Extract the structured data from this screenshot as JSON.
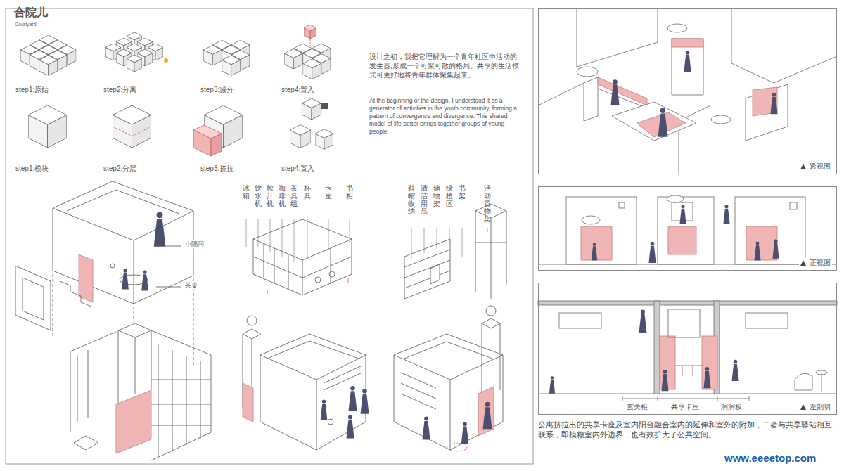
{
  "diagram": {
    "title": "合院儿",
    "caption": "公寓挤拉出的共享卡座及室内阳台融合室内的延伸和室外的附加，二者与共享驿站相互联系，即模糊室内外边界，也有效扩大了公共空间。",
    "nodes": [
      {
        "text": [
          "透视图"
        ]
      },
      {
        "text": [
          "正视图"
        ]
      },
      {
        "text": [
          "左剖切"
        ]
      }
    ],
    "labels": [
      "Courtyard",
      "step1:原始",
      "step2:分离",
      "step3:减分",
      "step4:置入",
      "step1:模块",
      "step2:分层",
      "step3:挤拉",
      "step4:置入",
      "设计之初，我把它理解为一个青年社区中活动的发生器,形成一个可聚可散的格局。共享的生活模式可更好地将青年群体聚集起来。",
      "At the beginning of the design, I understood it as a generator of activities in the youth community, forming a pattern of convergence and divergence. This shared model of life better brings together groups of young people.",
      "小隔间",
      "茶桌",
      "冰箱",
      "饮水机",
      "榨汁机",
      "咖啡机",
      "茶具组",
      "杯具",
      "卡座",
      "书柜",
      "鞋帽收纳",
      "清洁用品",
      "储物架",
      "绿植区",
      "书架",
      "活动置物架",
      "玄关柜",
      "共享卡座",
      "洞洞板",
      "www.eeeetop.com"
    ]
  }
}
